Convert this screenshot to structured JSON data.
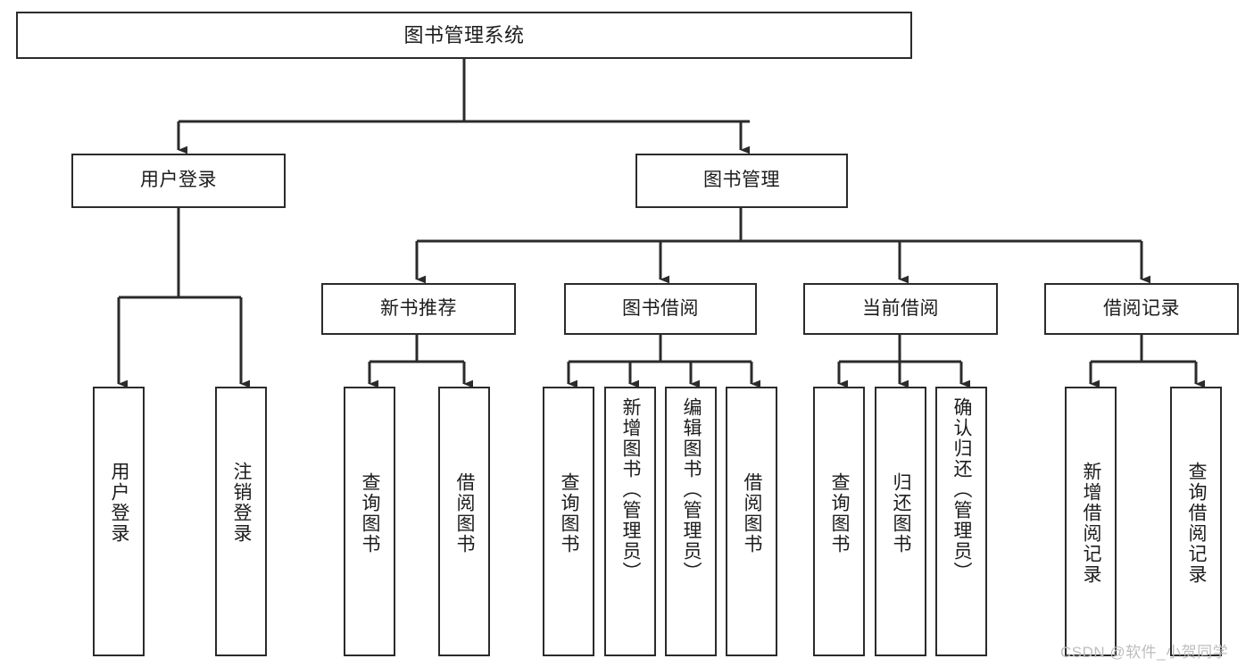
{
  "diagram": {
    "title": "图书管理系统",
    "type": "tree-hierarchy-diagram",
    "orientation": "top-down",
    "style": {
      "box_border_color": "#2b2b2b",
      "box_fill_color": "#ffffff",
      "connector_color": "#2b2b2b",
      "text_color": "#1c1c1c",
      "background": "#ffffff"
    },
    "root": {
      "id": "root",
      "label": "图书管理系统"
    },
    "level1": [
      {
        "id": "user-login",
        "label": "用户登录"
      },
      {
        "id": "book-manage",
        "label": "图书管理"
      }
    ],
    "level2": [
      {
        "id": "new-book-recommend",
        "label": "新书推荐",
        "parent": "book-manage"
      },
      {
        "id": "book-borrow",
        "label": "图书借阅",
        "parent": "book-manage"
      },
      {
        "id": "current-borrow",
        "label": "当前借阅",
        "parent": "book-manage"
      },
      {
        "id": "borrow-record",
        "label": "借阅记录",
        "parent": "book-manage"
      }
    ],
    "leaves": [
      {
        "id": "leaf-user-login",
        "label": "用户登录",
        "parent": "user-login"
      },
      {
        "id": "leaf-logout-login",
        "label": "注销登录",
        "parent": "user-login"
      },
      {
        "id": "leaf-query-book-1",
        "label": "查询图书",
        "parent": "new-book-recommend"
      },
      {
        "id": "leaf-borrow-book-1",
        "label": "借阅图书",
        "parent": "new-book-recommend"
      },
      {
        "id": "leaf-query-book-2",
        "label": "查询图书",
        "parent": "book-borrow"
      },
      {
        "id": "leaf-add-book",
        "label": "新增图书（管理员）",
        "parent": "book-borrow"
      },
      {
        "id": "leaf-edit-book",
        "label": "编辑图书（管理员）",
        "parent": "book-borrow"
      },
      {
        "id": "leaf-borrow-book-2",
        "label": "借阅图书",
        "parent": "book-borrow"
      },
      {
        "id": "leaf-query-book-3",
        "label": "查询图书",
        "parent": "current-borrow"
      },
      {
        "id": "leaf-return-book",
        "label": "归还图书",
        "parent": "current-borrow"
      },
      {
        "id": "leaf-confirm-return",
        "label": "确认归还（管理员）",
        "parent": "current-borrow"
      },
      {
        "id": "leaf-add-record",
        "label": "新增借阅记录",
        "parent": "borrow-record"
      },
      {
        "id": "leaf-query-record",
        "label": "查询借阅记录",
        "parent": "borrow-record"
      }
    ]
  },
  "watermark": {
    "text": "CSDN @软件_小贺同学"
  }
}
